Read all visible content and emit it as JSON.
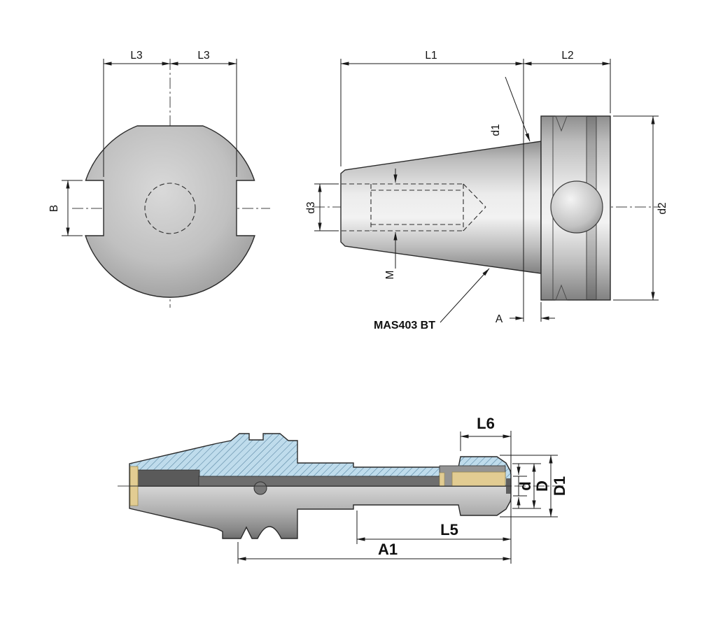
{
  "labels": {
    "front": {
      "l3_left": "L3",
      "l3_right": "L3",
      "b": "B"
    },
    "side": {
      "l1": "L1",
      "l2": "L2",
      "d1": "d1",
      "d2": "d2",
      "d3": "d3",
      "m": "M",
      "a": "A",
      "standard": "MAS403 BT"
    },
    "section": {
      "l6": "L6",
      "d": "d",
      "D": "D",
      "D1": "D1",
      "l5": "L5",
      "a1": "A1"
    }
  },
  "colors": {
    "hatch_fill": "#bfdcec",
    "hatch_line": "#53819f",
    "brass": "#e2cc92",
    "line": "#1a1a1a"
  }
}
